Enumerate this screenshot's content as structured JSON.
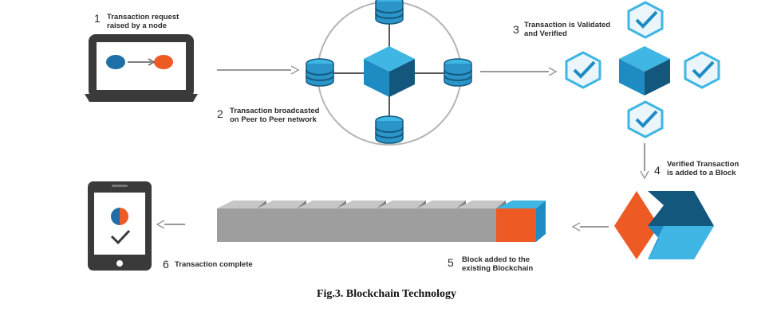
{
  "steps": {
    "s1": {
      "num": "1",
      "line1": "Transaction request",
      "line2": "raised by a node"
    },
    "s2": {
      "num": "2",
      "line1": "Transaction broadcasted",
      "line2": "on Peer to Peer network"
    },
    "s3": {
      "num": "3",
      "line1": "Transaction is Validated",
      "line2": "and Verified"
    },
    "s4": {
      "num": "4",
      "line1": "Verified Transaction",
      "line2": "is added to a Block"
    },
    "s5": {
      "num": "5",
      "line1": "Block added to the",
      "line2": "existing Blockchain"
    },
    "s6": {
      "num": "6",
      "line1": "Transaction complete"
    }
  },
  "caption": "Fig.3. Blockchain Technology",
  "colors": {
    "blue": "#1e8bc3",
    "light_blue": "#3fb6e3",
    "dark_blue": "#13587c",
    "orange": "#ee5a24",
    "gray": "#9a9a9a",
    "dark_gray": "#3a3a3a",
    "check": "#2a9fd6"
  }
}
